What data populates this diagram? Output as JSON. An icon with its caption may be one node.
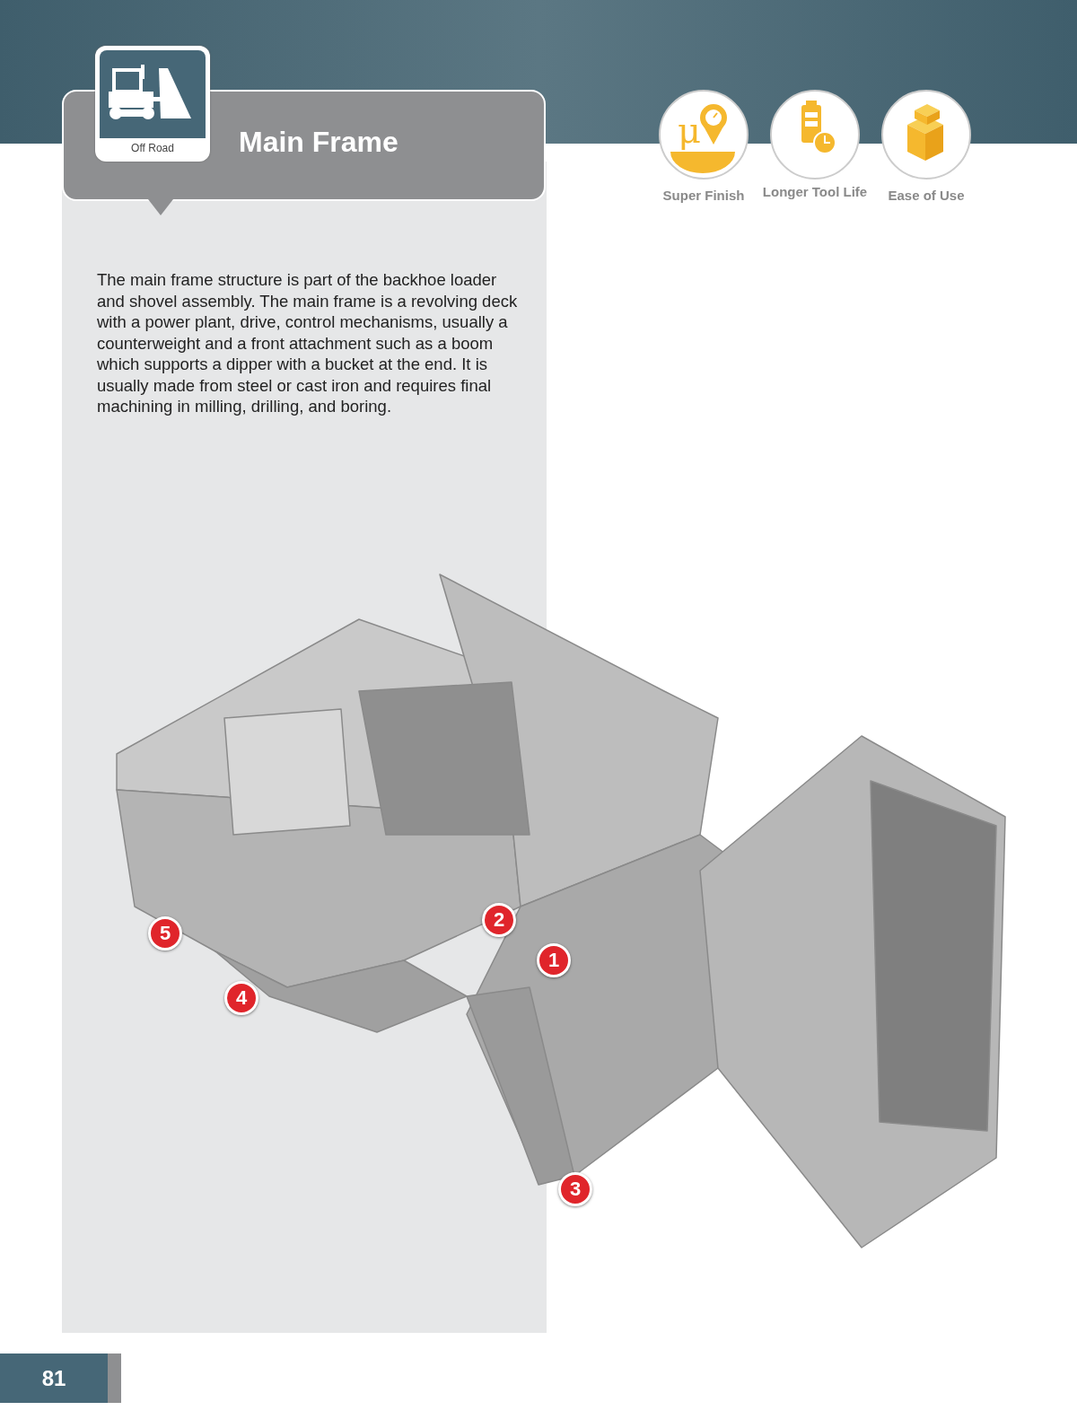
{
  "diagram": {
    "title": "Main Frame",
    "labels": [
      "Off Road",
      "μ",
      "Super Finish",
      "Longer Tool Life",
      "Ease of Use",
      "The main frame structure is part of the backhoe loader and shovel assembly. The main frame is a revolving deck with a power plant, drive, control mechanisms, usually a counterweight and a front attachment such as a boom which supports a dipper with a bucket at the end. It is usually made from steel or cast iron and requires final machining in milling, drilling, and boring.",
      "5",
      "2",
      "1",
      "4",
      "3",
      "81"
    ]
  }
}
